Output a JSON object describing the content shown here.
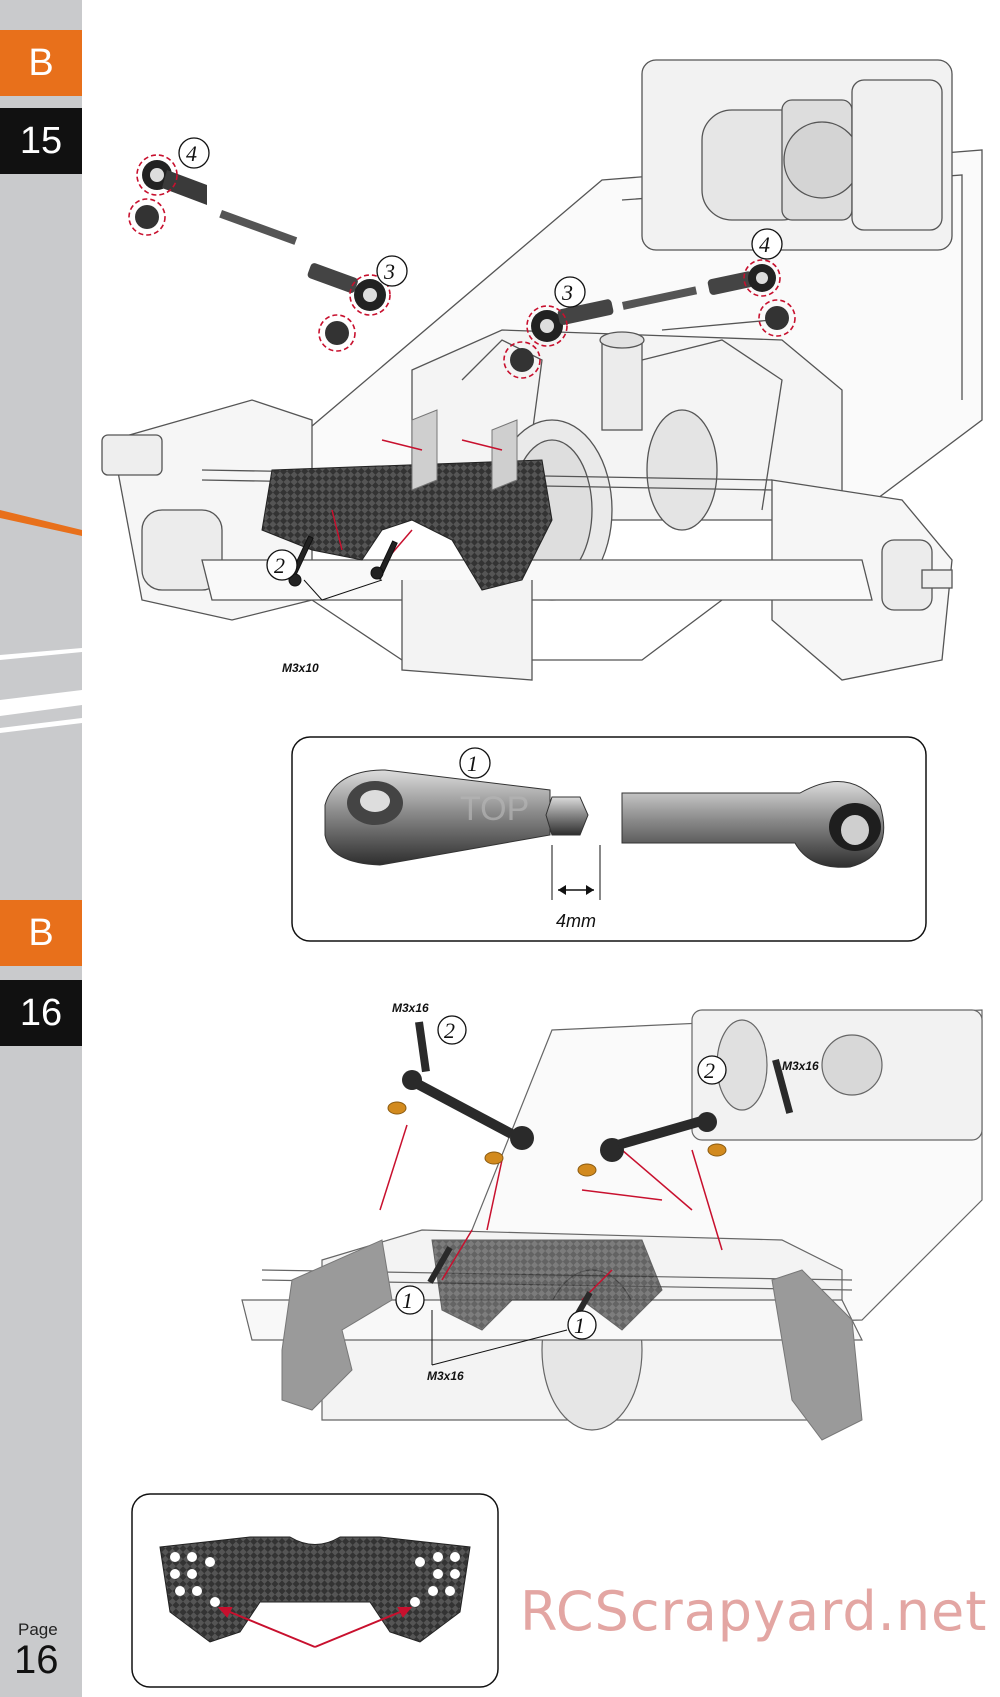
{
  "sidebar": {
    "step15": {
      "section": "B",
      "number": "15"
    },
    "step16": {
      "section": "B",
      "number": "16"
    },
    "page_label": "Page",
    "page_number": "16"
  },
  "step15": {
    "callouts": [
      "4",
      "3",
      "3",
      "4",
      "2",
      "1"
    ],
    "screw_label": "M3x10",
    "measurement": "4mm",
    "rod_text": "TOP"
  },
  "step16": {
    "callouts": [
      "2",
      "2",
      "1",
      "1"
    ],
    "screw_labels": [
      "M3x16",
      "M3x16",
      "M3x16"
    ]
  },
  "watermark": "RCScrapyard.net",
  "colors": {
    "accent_orange": "#e8701b",
    "sidebar_gray": "#c9cacc",
    "highlight_red": "#c8102e"
  }
}
